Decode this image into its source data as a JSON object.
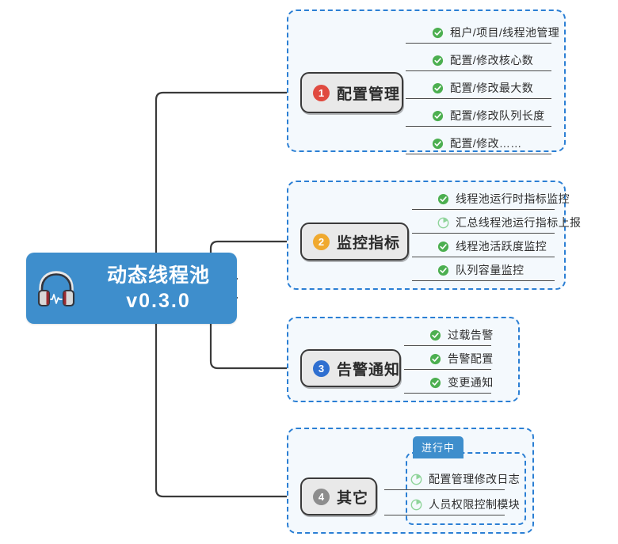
{
  "root": {
    "title": "动态线程池",
    "version": "v0.3.0",
    "icon": "headphone-icon",
    "color": "#3e8ecc"
  },
  "status_tab": {
    "label": "进行中",
    "color": "#3e8ecc"
  },
  "icons": {
    "done": "check-circle-icon",
    "in_progress": "clock-progress-icon",
    "done_color": "#4caf50",
    "in_progress_color": "#8fd49a"
  },
  "branches": [
    {
      "num": "1",
      "label": "配置管理",
      "badge_color": "#e04a3f",
      "items": [
        {
          "text": "租户/项目/线程池管理",
          "status": "done"
        },
        {
          "text": "配置/修改核心数",
          "status": "done"
        },
        {
          "text": "配置/修改最大数",
          "status": "done"
        },
        {
          "text": "配置/修改队列长度",
          "status": "done"
        },
        {
          "text": "配置/修改……",
          "status": "done"
        }
      ]
    },
    {
      "num": "2",
      "label": "监控指标",
      "badge_color": "#f0a92e",
      "items": [
        {
          "text": "线程池运行时指标监控",
          "status": "done"
        },
        {
          "text": "汇总线程池运行指标上报",
          "status": "in_progress"
        },
        {
          "text": "线程池活跃度监控",
          "status": "done"
        },
        {
          "text": "队列容量监控",
          "status": "done"
        }
      ]
    },
    {
      "num": "3",
      "label": "告警通知",
      "badge_color": "#2f6fd0",
      "items": [
        {
          "text": "过载告警",
          "status": "done"
        },
        {
          "text": "告警配置",
          "status": "done"
        },
        {
          "text": "变更通知",
          "status": "done"
        }
      ]
    },
    {
      "num": "4",
      "label": "其它",
      "badge_color": "#8d8d8d",
      "items": [
        {
          "text": "配置管理修改日志",
          "status": "in_progress"
        },
        {
          "text": "人员权限控制模块",
          "status": "in_progress"
        }
      ]
    }
  ]
}
